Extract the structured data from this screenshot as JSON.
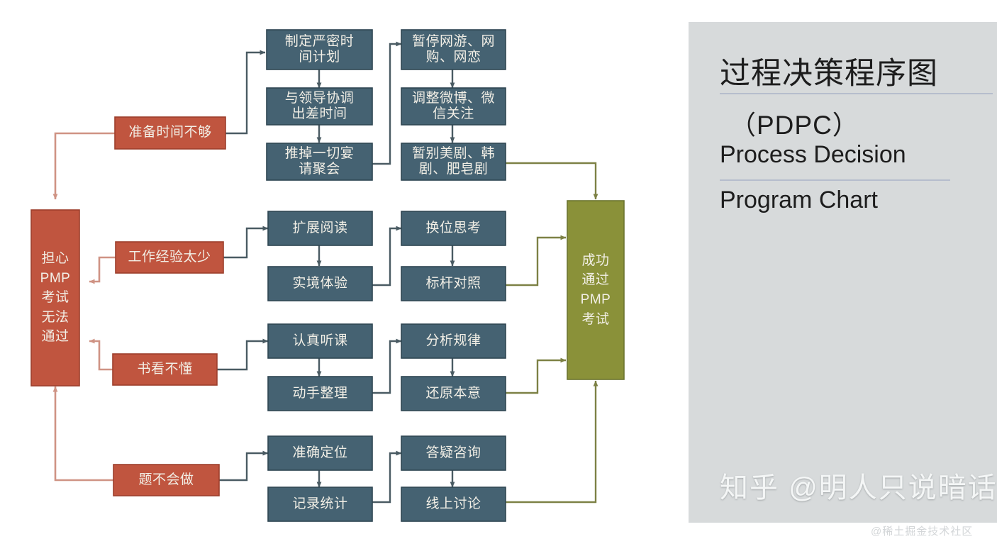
{
  "diagram": {
    "type": "PDPC flowchart",
    "problem_root": {
      "id": "root-problem",
      "text": "担心\nPMP\n考试\n无法\n通过",
      "color": "#c0553f"
    },
    "causes": [
      {
        "id": "cause-1",
        "text": "准备时间不够",
        "color": "#c0553f"
      },
      {
        "id": "cause-2",
        "text": "工作经验太少",
        "color": "#c0553f"
      },
      {
        "id": "cause-3",
        "text": "书看不懂",
        "color": "#c0553f"
      },
      {
        "id": "cause-4",
        "text": "题不会做",
        "color": "#c0553f"
      }
    ],
    "measures_col1": [
      {
        "id": "m1-1",
        "text": "制定严密时\n间计划",
        "color": "#456272"
      },
      {
        "id": "m1-2",
        "text": "与领导协调\n出差时间",
        "color": "#456272"
      },
      {
        "id": "m1-3",
        "text": "推掉一切宴\n请聚会",
        "color": "#456272"
      },
      {
        "id": "m2-1",
        "text": "扩展阅读",
        "color": "#456272"
      },
      {
        "id": "m2-2",
        "text": "实境体验",
        "color": "#456272"
      },
      {
        "id": "m3-1",
        "text": "认真听课",
        "color": "#456272"
      },
      {
        "id": "m3-2",
        "text": "动手整理",
        "color": "#456272"
      },
      {
        "id": "m4-1",
        "text": "准确定位",
        "color": "#456272"
      },
      {
        "id": "m4-2",
        "text": "记录统计",
        "color": "#456272"
      }
    ],
    "measures_col2": [
      {
        "id": "n1-1",
        "text": "暂停网游、网\n购、网恋",
        "color": "#456272"
      },
      {
        "id": "n1-2",
        "text": "调整微博、微\n信关注",
        "color": "#456272"
      },
      {
        "id": "n1-3",
        "text": "暂别美剧、韩\n剧、肥皂剧",
        "color": "#456272"
      },
      {
        "id": "n2-1",
        "text": "换位思考",
        "color": "#456272"
      },
      {
        "id": "n2-2",
        "text": "标杆对照",
        "color": "#456272"
      },
      {
        "id": "n3-1",
        "text": "分析规律",
        "color": "#456272"
      },
      {
        "id": "n3-2",
        "text": "还原本意",
        "color": "#456272"
      },
      {
        "id": "n4-1",
        "text": "答疑咨询",
        "color": "#456272"
      },
      {
        "id": "n4-2",
        "text": "线上讨论",
        "color": "#456272"
      }
    ],
    "goal": {
      "id": "goal-success",
      "text": "成功\n通过\nPMP\n考试",
      "color": "#8a9139"
    },
    "colors": {
      "teal_fill": "#456272",
      "teal_stroke": "#2f4653",
      "orange_fill": "#c0553f",
      "orange_stroke": "#9d3f2c",
      "green_fill": "#8a9139",
      "green_stroke": "#6c7430",
      "connector_dark": "#4a5b63",
      "connector_orange": "#cf9384",
      "connector_olive": "#7d8145",
      "panel_bg": "#d7dadb"
    }
  },
  "panel": {
    "title_cn": "过程决策程序图",
    "abbrev": "（PDPC）",
    "line_en_1": "Process Decision",
    "line_en_2": "Program Chart",
    "watermark": "知乎 @明人只说暗话"
  },
  "footer": {
    "credit": "@稀土掘金技术社区"
  }
}
